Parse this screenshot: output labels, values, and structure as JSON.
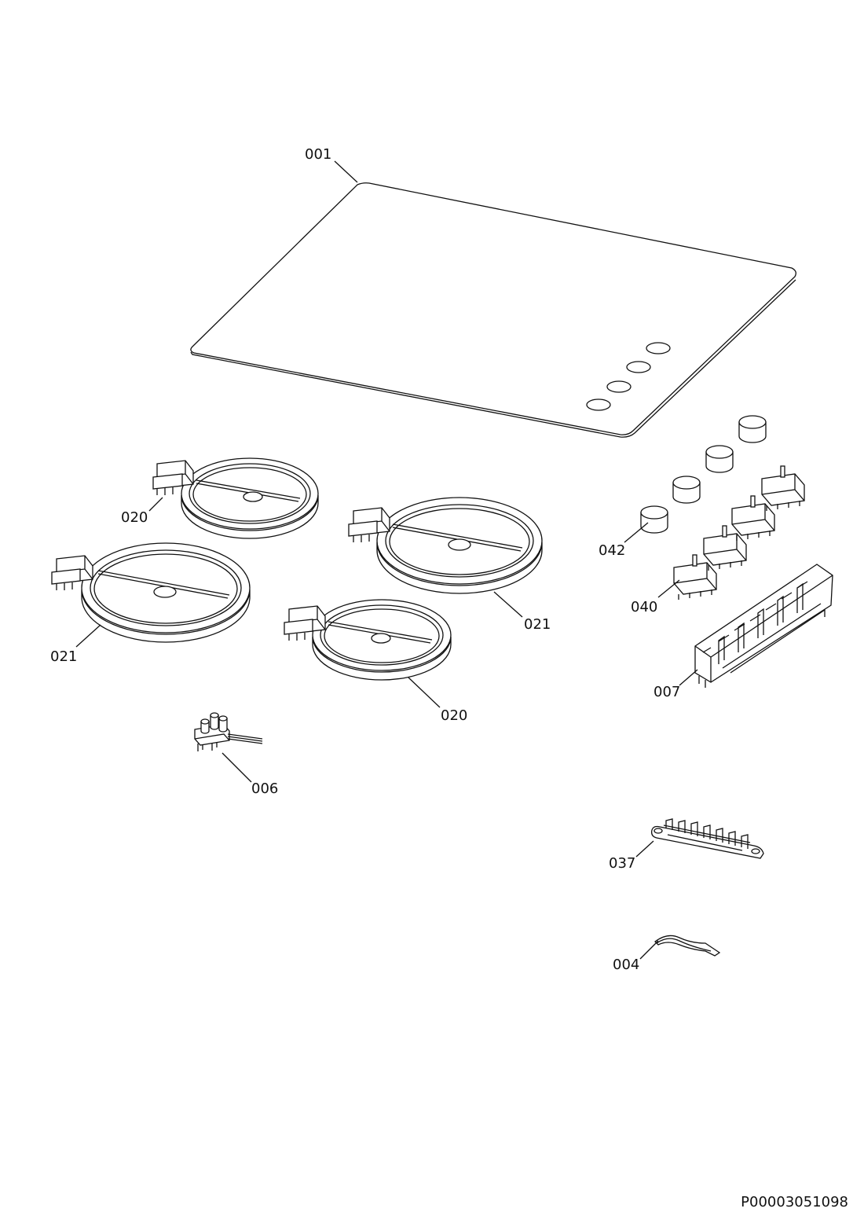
{
  "drawing": {
    "doc_number": "P00003051098"
  },
  "callouts": [
    {
      "id": "c001",
      "label": "001"
    },
    {
      "id": "c020a",
      "label": "020"
    },
    {
      "id": "c021a",
      "label": "021"
    },
    {
      "id": "c021b",
      "label": "021"
    },
    {
      "id": "c020b",
      "label": "020"
    },
    {
      "id": "c042",
      "label": "042"
    },
    {
      "id": "c040",
      "label": "040"
    },
    {
      "id": "c007",
      "label": "007"
    },
    {
      "id": "c006",
      "label": "006"
    },
    {
      "id": "c037",
      "label": "037"
    },
    {
      "id": "c004",
      "label": "004"
    }
  ]
}
